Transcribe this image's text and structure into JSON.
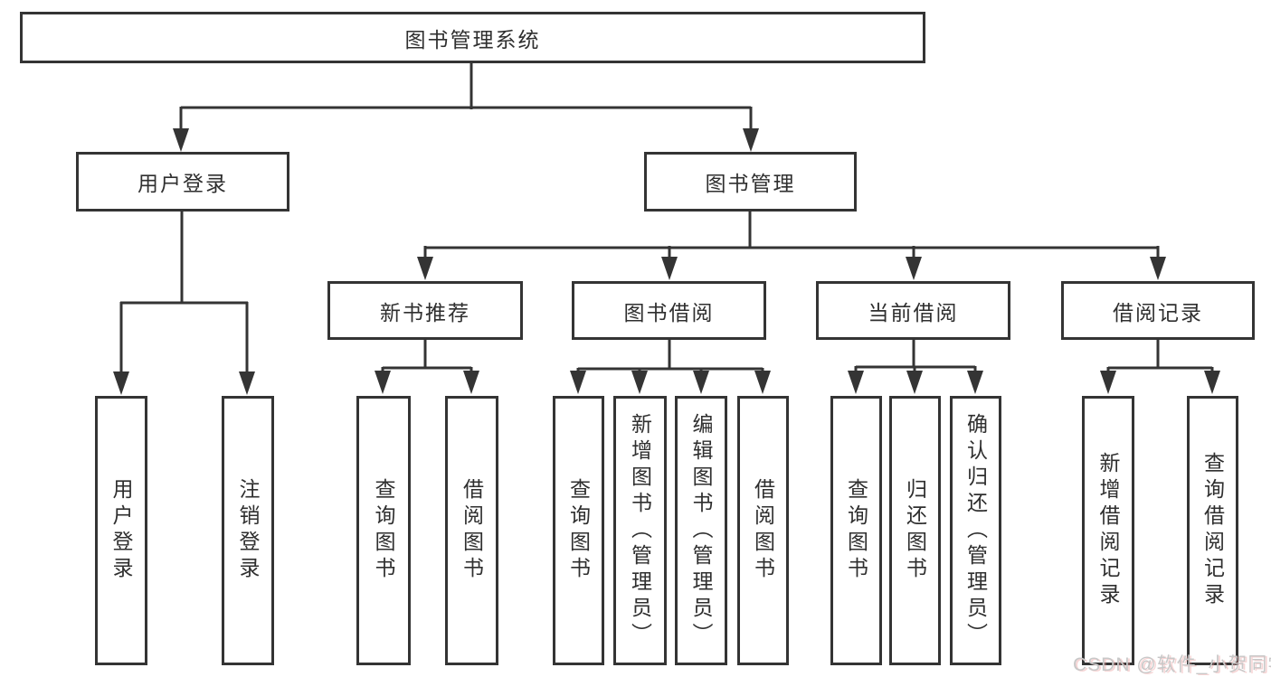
{
  "tree": {
    "root": {
      "label": "图书管理系统"
    },
    "level2": [
      {
        "label": "用户登录"
      },
      {
        "label": "图书管理"
      }
    ],
    "level3": [
      {
        "label": "新书推荐"
      },
      {
        "label": "图书借阅"
      },
      {
        "label": "当前借阅"
      },
      {
        "label": "借阅记录"
      }
    ],
    "leaves": [
      {
        "label": "用户登录"
      },
      {
        "label": "注销登录"
      },
      {
        "label": "查询图书"
      },
      {
        "label": "借阅图书"
      },
      {
        "label": "查询图书"
      },
      {
        "label": "新增图书（管理员）"
      },
      {
        "label": "编辑图书（管理员）"
      },
      {
        "label": "借阅图书"
      },
      {
        "label": "查询图书"
      },
      {
        "label": "归还图书"
      },
      {
        "label": "确认归还（管理员）"
      },
      {
        "label": "新增借阅记录"
      },
      {
        "label": "查询借阅记录"
      }
    ]
  },
  "watermark": {
    "text": "CSDN @软件_小贺同学"
  },
  "colors": {
    "line": "#343434",
    "text": "#2f2f2f",
    "watermark": "#c8c8c8",
    "background": "#ffffff"
  }
}
